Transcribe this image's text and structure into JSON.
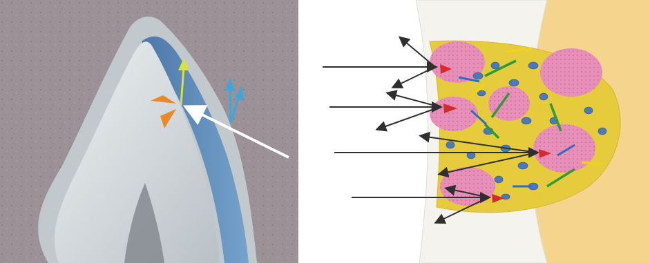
{
  "figure": {
    "panels": [
      {
        "name": "tooth-section-photo",
        "background_color": "#9c9196",
        "tooth_color": "#d9dfe3",
        "dye_color": "#4a7fb2",
        "arrows": [
          {
            "name": "incident-light-arrow",
            "color": "#ffffff"
          },
          {
            "name": "reflected-arrow-upper",
            "color": "#d9e23a"
          },
          {
            "name": "reflected-arrow-orange",
            "color": "#e8892c"
          },
          {
            "name": "refracted-arrow-blue",
            "color": "#3fa6d9"
          }
        ]
      },
      {
        "name": "enamel-crystal-illustration",
        "enamel_color": "#f5f3ee",
        "dentin_color": "#f5d48e",
        "crystal_color": "#4a79c0",
        "rod_color": "#e78fb8",
        "matrix_color": "#e6cc3d",
        "arrow_colors": [
          "#2f2f2f",
          "#d72a2a",
          "#2f9a3a",
          "#2b6cc8",
          "#f2d11c"
        ]
      }
    ]
  }
}
